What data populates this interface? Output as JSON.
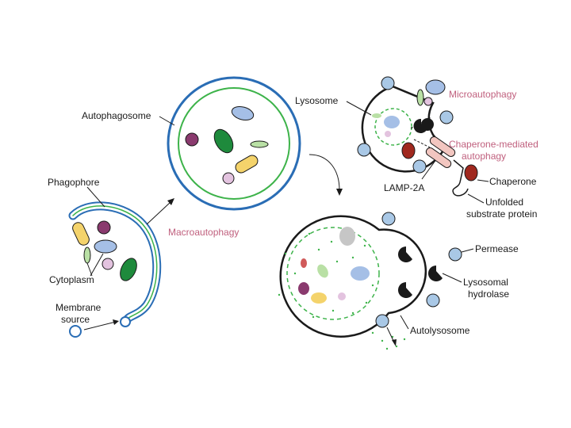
{
  "labels": {
    "phagophore": "Phagophore",
    "autophagosome": "Autophagosome",
    "cytoplasm": "Cytoplasm",
    "membrane_source_1": "Membrane",
    "membrane_source_2": "source",
    "macroautophagy": "Macroautophagy",
    "lysosome": "Lysosome",
    "microautophagy": "Microautophagy",
    "cma_1": "Chaperone-mediated",
    "cma_2": "autophagy",
    "lamp2a": "LAMP-2A",
    "chaperone": "Chaperone",
    "unfolded_1": "Unfolded",
    "unfolded_2": "substrate protein",
    "permease": "Permease",
    "hydrolase_1": "Lysosomal",
    "hydrolase_2": "hydrolase",
    "autolysosome": "Autolysosome"
  },
  "colors": {
    "membrane_blue": "#2a6db5",
    "membrane_green": "#3db34a",
    "label_pink": "#c0607e",
    "permease_fill": "#a9c8e6",
    "cargo_purple": "#8a3a6e",
    "cargo_darkgreen": "#1e8a3c",
    "cargo_lightblue": "#a5bfe6",
    "cargo_lightgreen": "#b9e0a5",
    "cargo_yellow": "#f4d36b",
    "cargo_pink": "#e3c3df",
    "chaperone_red": "#a0281e",
    "lamp_pink": "#f2c6c0"
  }
}
